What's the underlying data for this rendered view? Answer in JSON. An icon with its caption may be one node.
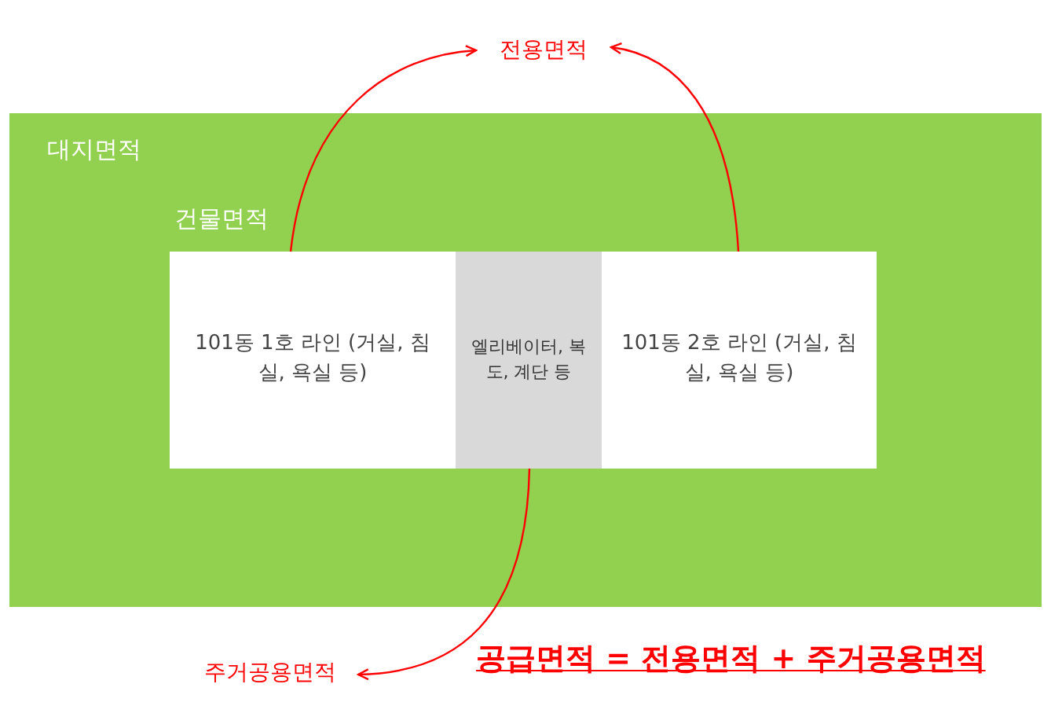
{
  "diagram": {
    "nodes": [
      {
        "text": [
          "대지면적"
        ]
      },
      {
        "text": [
          "건물면적"
        ],
        "in": 0
      },
      {
        "text": [
          "101동 1호 라인 (거실, 침실, 욕실 등)"
        ],
        "in": 1
      },
      {
        "text": [
          "엘리베이터, 복도, 계단 등"
        ],
        "in": 1
      },
      {
        "text": [
          "101동 2호 라인 (거실, 침실, 욕실 등)"
        ],
        "in": 1
      },
      {
        "text": [
          "전용면적"
        ]
      },
      {
        "text": [
          "주거공용면적"
        ]
      }
    ],
    "edges": [
      {
        "from": 2,
        "to": 5,
        "arrow": "to"
      },
      {
        "from": 4,
        "to": 5,
        "arrow": "to"
      },
      {
        "from": 3,
        "to": 6,
        "arrow": "to"
      }
    ],
    "labels": [
      "공급면적 = 전용면적 + 주거공용면적"
    ]
  }
}
